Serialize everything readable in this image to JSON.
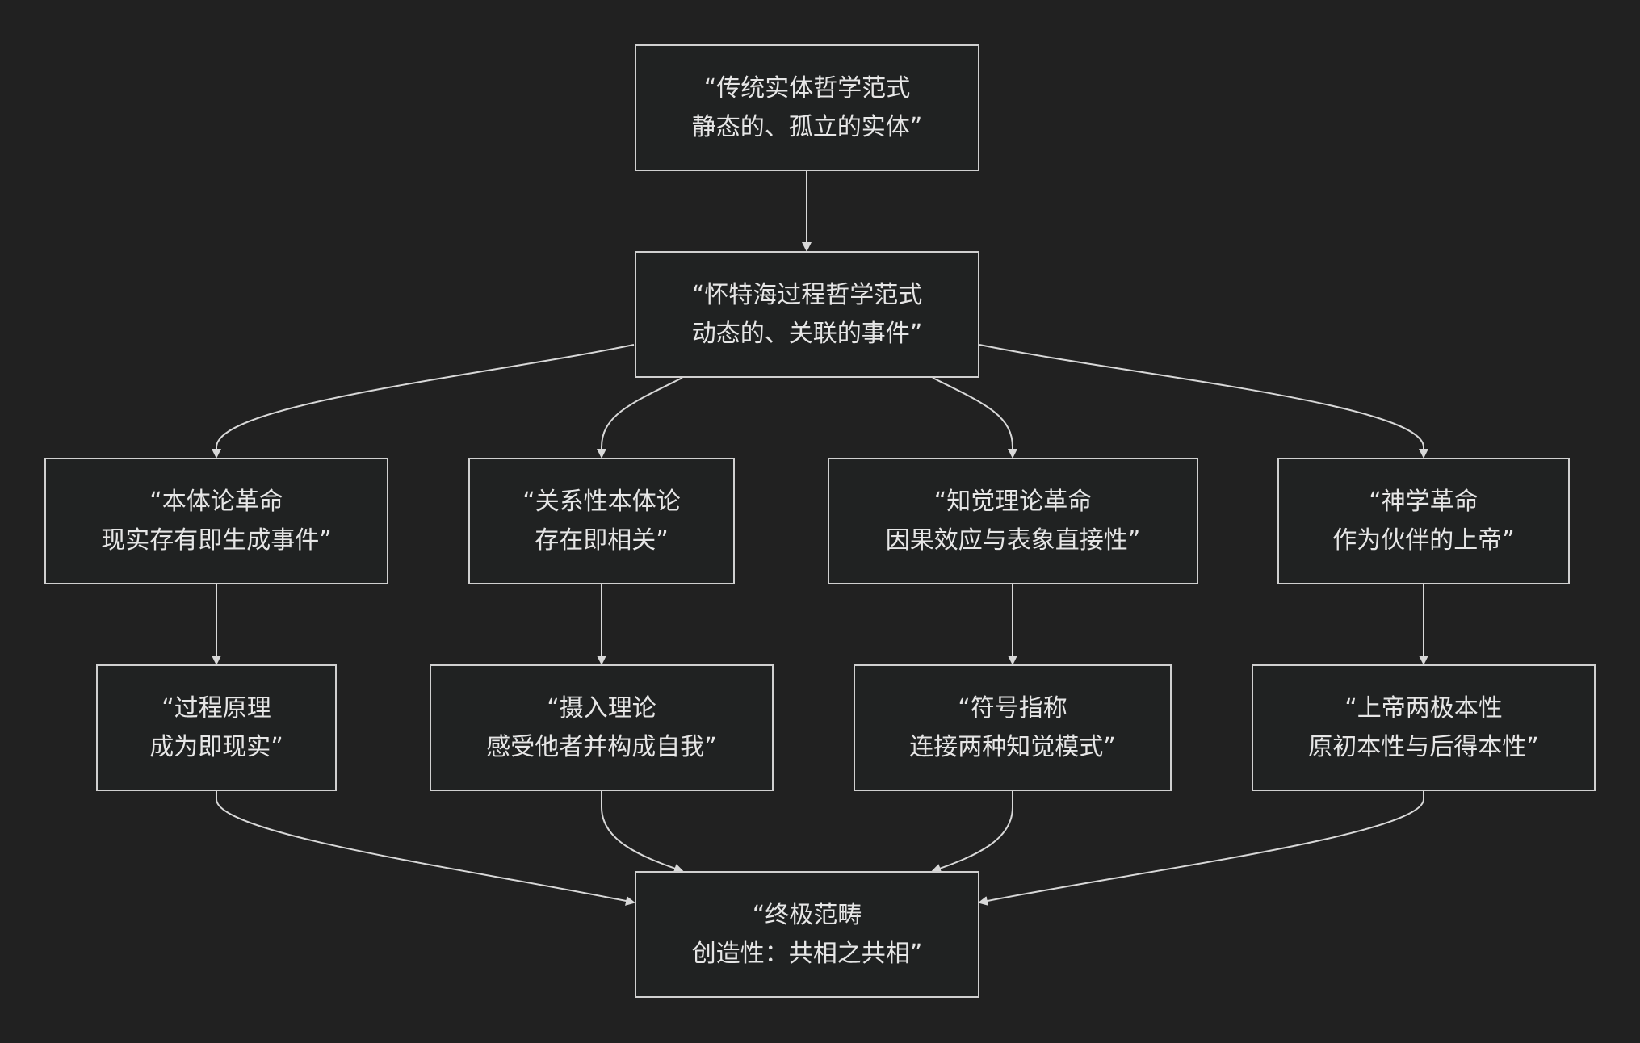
{
  "diagram": {
    "nodes": {
      "traditional": {
        "line1": "“传统实体哲学范式",
        "line2": "静态的、孤立的实体”"
      },
      "whitehead": {
        "line1": "“怀特海过程哲学范式",
        "line2": "动态的、关联的事件”"
      },
      "ontology": {
        "line1": "“本体论革命",
        "line2": "现实存有即生成事件”"
      },
      "relational": {
        "line1": "“关系性本体论",
        "line2": "存在即相关”"
      },
      "perception": {
        "line1": "“知觉理论革命",
        "line2": "因果效应与表象直接性”"
      },
      "theology": {
        "line1": "“神学革命",
        "line2": "作为伙伴的上帝”"
      },
      "process": {
        "line1": "“过程原理",
        "line2": "成为即现实”"
      },
      "prehension": {
        "line1": "“摄入理论",
        "line2": "感受他者并构成自我”"
      },
      "symbol": {
        "line1": "“符号指称",
        "line2": "连接两种知觉模式”"
      },
      "god": {
        "line1": "“上帝两极本性",
        "line2": "原初本性与后得本性”"
      },
      "ultimate": {
        "line1": "“终极范畴",
        "line2": "创造性：共相之共相”"
      }
    },
    "edges": [
      {
        "from": "traditional",
        "to": "whitehead"
      },
      {
        "from": "whitehead",
        "to": "ontology"
      },
      {
        "from": "whitehead",
        "to": "relational"
      },
      {
        "from": "whitehead",
        "to": "perception"
      },
      {
        "from": "whitehead",
        "to": "theology"
      },
      {
        "from": "ontology",
        "to": "process"
      },
      {
        "from": "relational",
        "to": "prehension"
      },
      {
        "from": "perception",
        "to": "symbol"
      },
      {
        "from": "theology",
        "to": "god"
      },
      {
        "from": "process",
        "to": "ultimate"
      },
      {
        "from": "prehension",
        "to": "ultimate"
      },
      {
        "from": "symbol",
        "to": "ultimate"
      },
      {
        "from": "god",
        "to": "ultimate"
      }
    ],
    "colors": {
      "background": "#212121",
      "node_fill": "#202222",
      "node_border": "#d0d0d0",
      "text": "#e6e6e6",
      "edge": "#d8d8d8"
    }
  }
}
